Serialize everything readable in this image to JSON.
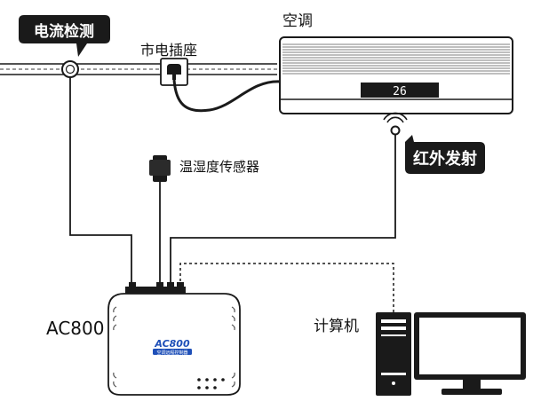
{
  "labels": {
    "current_detect": "电流检测",
    "mains_socket": "市电插座",
    "aircon": "空调",
    "display_temp": "26",
    "ir_emit": "红外发射",
    "th_sensor": "温湿度传感器",
    "device_model": "AC800",
    "device_badge": "AC800",
    "device_sub": "空调远程控制器",
    "computer": "计算机"
  },
  "colors": {
    "line": "#1a1a1a",
    "badge_bg": "#1a1a1a",
    "badge_text": "#ffffff",
    "device_brand": "#1e4fb8"
  },
  "icons": {
    "clamp": "current-clamp-icon",
    "socket": "power-socket-icon",
    "ir": "infrared-emitter-icon",
    "sensor": "sensor-probe-icon",
    "pc": "computer-icon"
  }
}
